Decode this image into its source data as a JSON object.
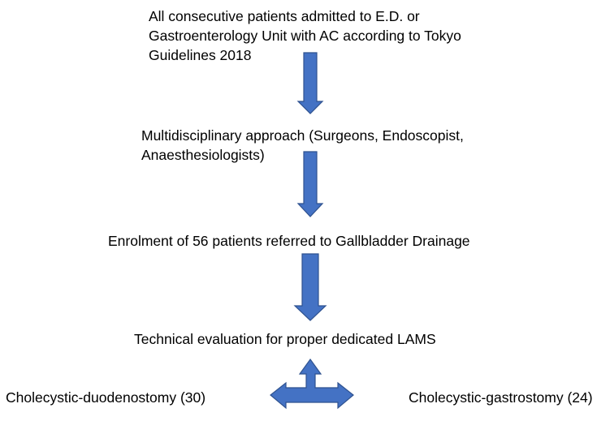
{
  "steps": [
    {
      "lines": [
        "All consecutive patients admitted to E.D. or",
        "Gastroenterology Unit with AC according to Tokyo",
        "Guidelines 2018"
      ]
    },
    {
      "lines": [
        "Multidisciplinary approach (Surgeons, Endoscopist,",
        "Anaesthesiologists)"
      ]
    },
    {
      "lines": [
        "Enrolment of 56 patients referred to Gallbladder Drainage"
      ]
    },
    {
      "lines": [
        "Technical evaluation for proper dedicated LAMS"
      ]
    }
  ],
  "outcomes": {
    "left": "Cholecystic-duodenostomy (30)",
    "right": "Cholecystic-gastrostomy (24)"
  },
  "colors": {
    "arrow_fill": "#4472C4",
    "arrow_stroke": "#2F528F"
  }
}
